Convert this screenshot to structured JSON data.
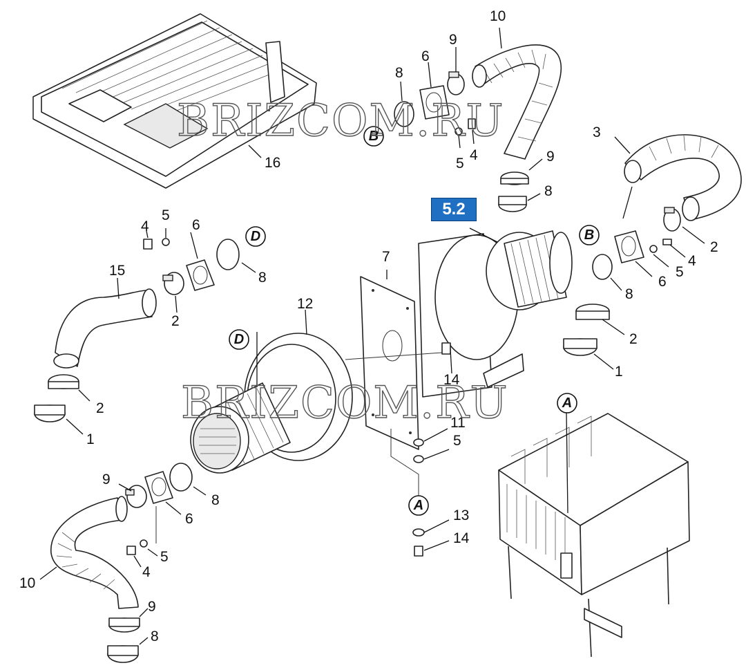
{
  "badge": "5.2",
  "watermark": "BRIZCOM.RU",
  "refs": [
    "B",
    "B",
    "D",
    "D",
    "A",
    "A"
  ],
  "labels": [
    "10",
    "9",
    "6",
    "8",
    "3",
    "9",
    "8",
    "5",
    "4",
    "16",
    "4",
    "5",
    "6",
    "15",
    "2",
    "8",
    "7",
    "12",
    "2",
    "4",
    "5",
    "6",
    "8",
    "2",
    "1",
    "2",
    "1",
    "14",
    "11",
    "5",
    "13",
    "14",
    "9",
    "6",
    "8",
    "5",
    "4",
    "10",
    "9",
    "8"
  ]
}
